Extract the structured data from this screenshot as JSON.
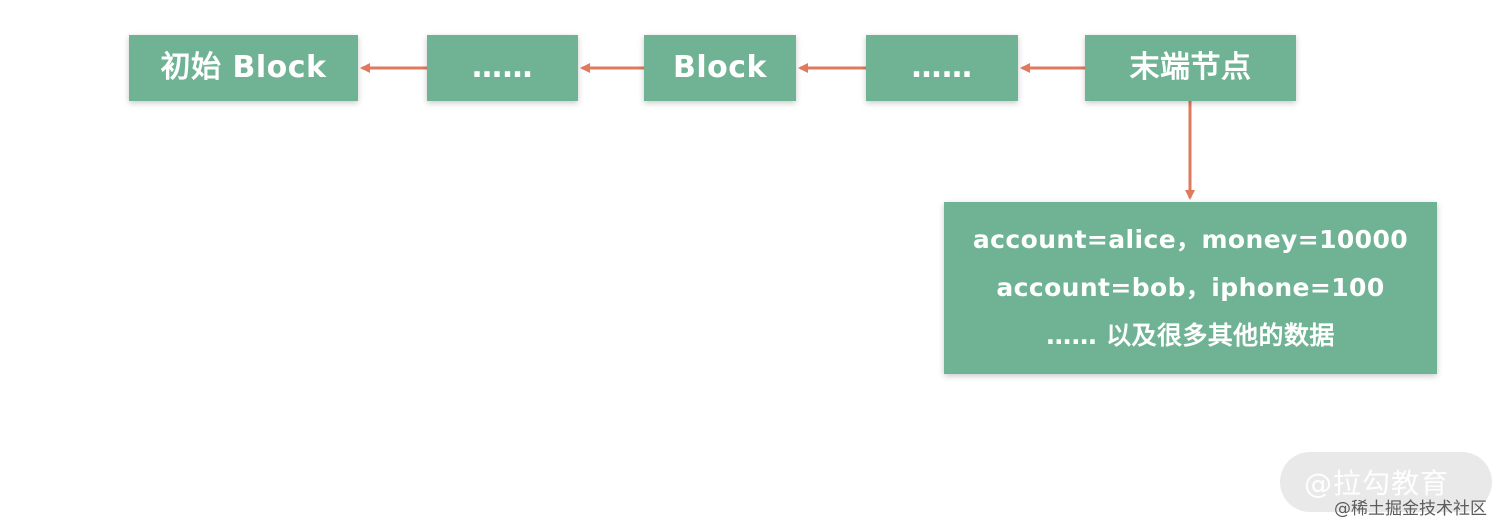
{
  "colors": {
    "node_fill": "#6fb394",
    "node_text": "#ffffff",
    "arrow": "#e07a5f"
  },
  "nodes": {
    "genesis": "初始 Block",
    "ellipsis_1": "……",
    "block": "Block",
    "ellipsis_2": "……",
    "tail": "末端节点"
  },
  "state": {
    "line1": "account=alice，money=10000",
    "line2": "account=bob，iphone=100",
    "line3": "…… 以及很多其他的数据"
  },
  "watermark": {
    "main": "@拉勾教育",
    "sub": "@稀土掘金技术社区"
  }
}
